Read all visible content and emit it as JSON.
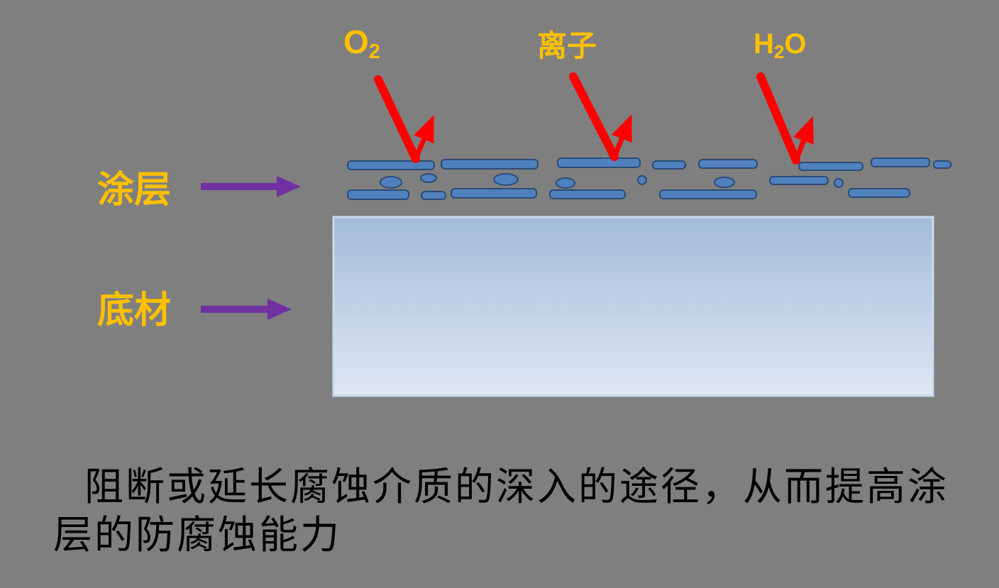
{
  "colors": {
    "background": "#7F7F7F",
    "label_yellow": "#FFC000",
    "arrow_red": "#FF0000",
    "arrow_purple": "#7030A0",
    "flake_fill": "#4F81BD",
    "flake_stroke": "#2B4B76",
    "substrate_top": "#A3BBD9",
    "substrate_bottom": "#DFE8F3",
    "substrate_border": "#CBD9EB",
    "caption_text": "#000000"
  },
  "top_labels": {
    "o2": {
      "main": "O",
      "sub": "2",
      "tail": ""
    },
    "ion": "离子",
    "h2o": {
      "main": "H",
      "sub": "2",
      "tail": "O"
    }
  },
  "side_labels": {
    "coating": "涂层",
    "substrate": "底材"
  },
  "caption": {
    "line1": "阻断或延长腐蚀介质的深入的途径，从而提高涂",
    "line2": "层的防腐蚀能力"
  }
}
